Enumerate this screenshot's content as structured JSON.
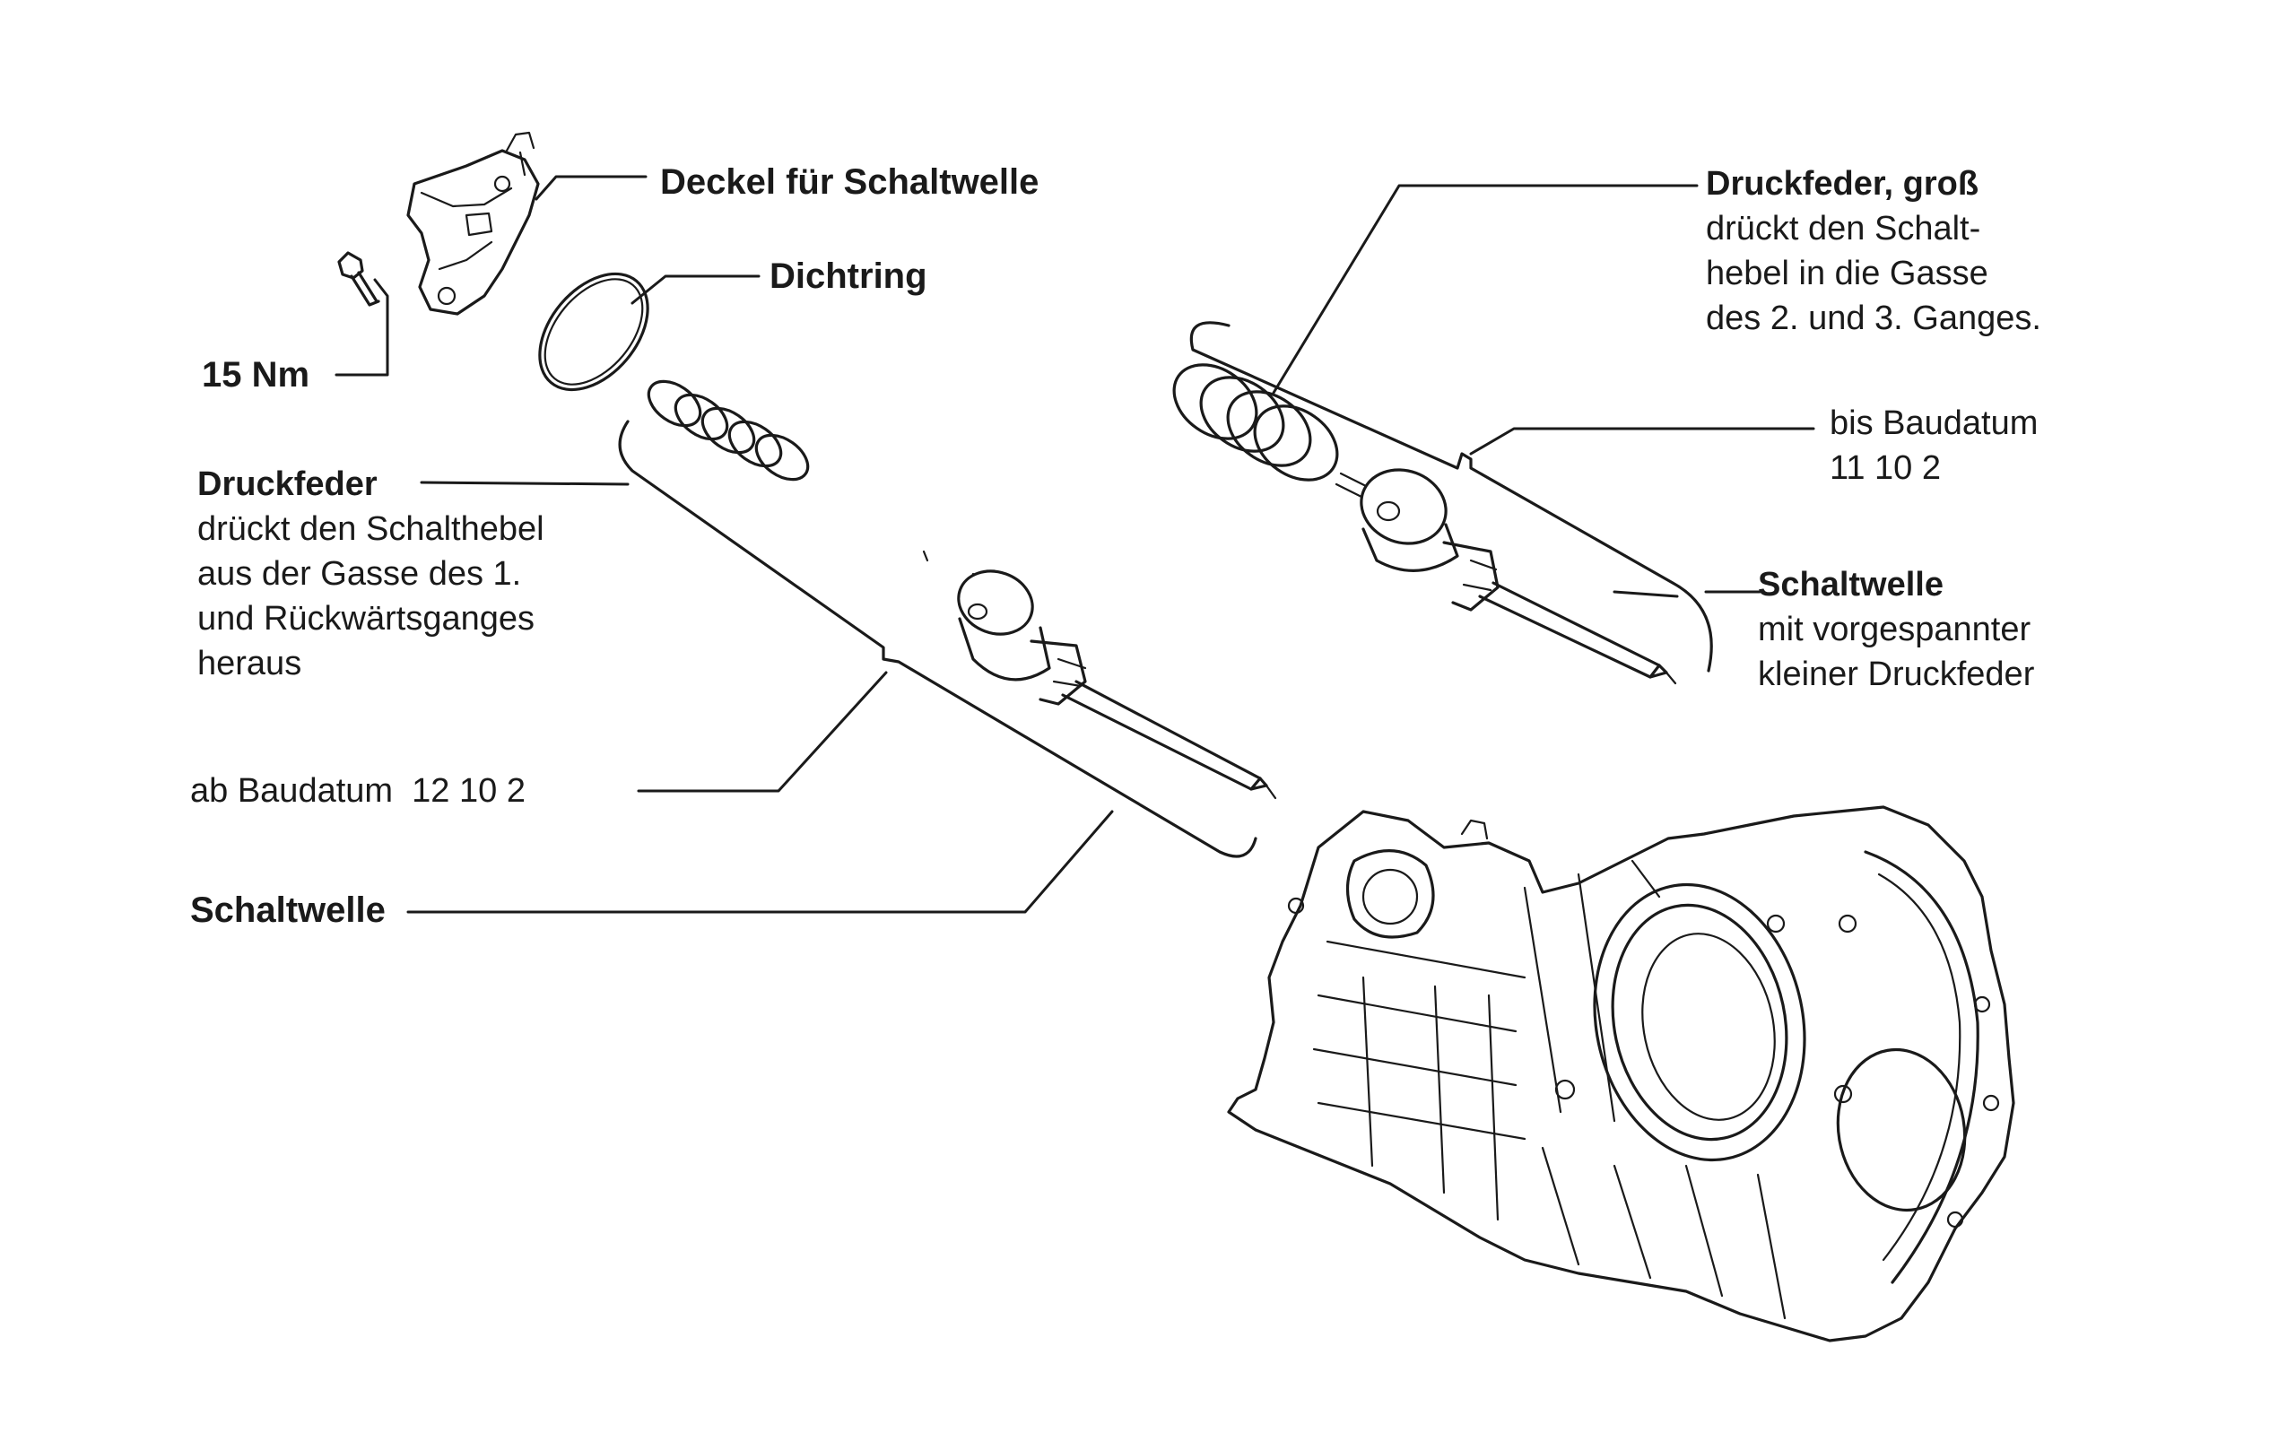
{
  "labels": {
    "deckel": "Deckel für Schaltwelle",
    "dichtring": "Dichtring",
    "torque": "15 Nm",
    "druckfeder_small": {
      "title": "Druckfeder",
      "lines": [
        "drückt den Schalthebel",
        "aus der Gasse des 1.",
        "und Rückwärtsganges",
        "heraus"
      ]
    },
    "ab_baudatum": "ab Baudatum  12 10 2",
    "schaltwelle_left": "Schaltwelle",
    "druckfeder_large": {
      "title": "Druckfeder, groß",
      "lines": [
        "drückt den Schalt-",
        "hebel in die Gasse",
        "des 2. und 3. Ganges."
      ]
    },
    "bis_baudatum": {
      "line1": "bis Baudatum",
      "line2": "11 10 2"
    },
    "schaltwelle_right": {
      "title": "Schaltwelle",
      "lines": [
        "mit vorgespannter",
        "kleiner Druckfeder"
      ]
    }
  },
  "icons": {
    "cover": "shift-shaft-cover-icon",
    "bolt": "bolt-icon",
    "seal": "o-ring-icon",
    "spring_small": "coil-spring-icon",
    "spring_large": "coil-spring-icon",
    "shaft": "shift-shaft-icon",
    "housing": "transmission-housing-icon"
  }
}
